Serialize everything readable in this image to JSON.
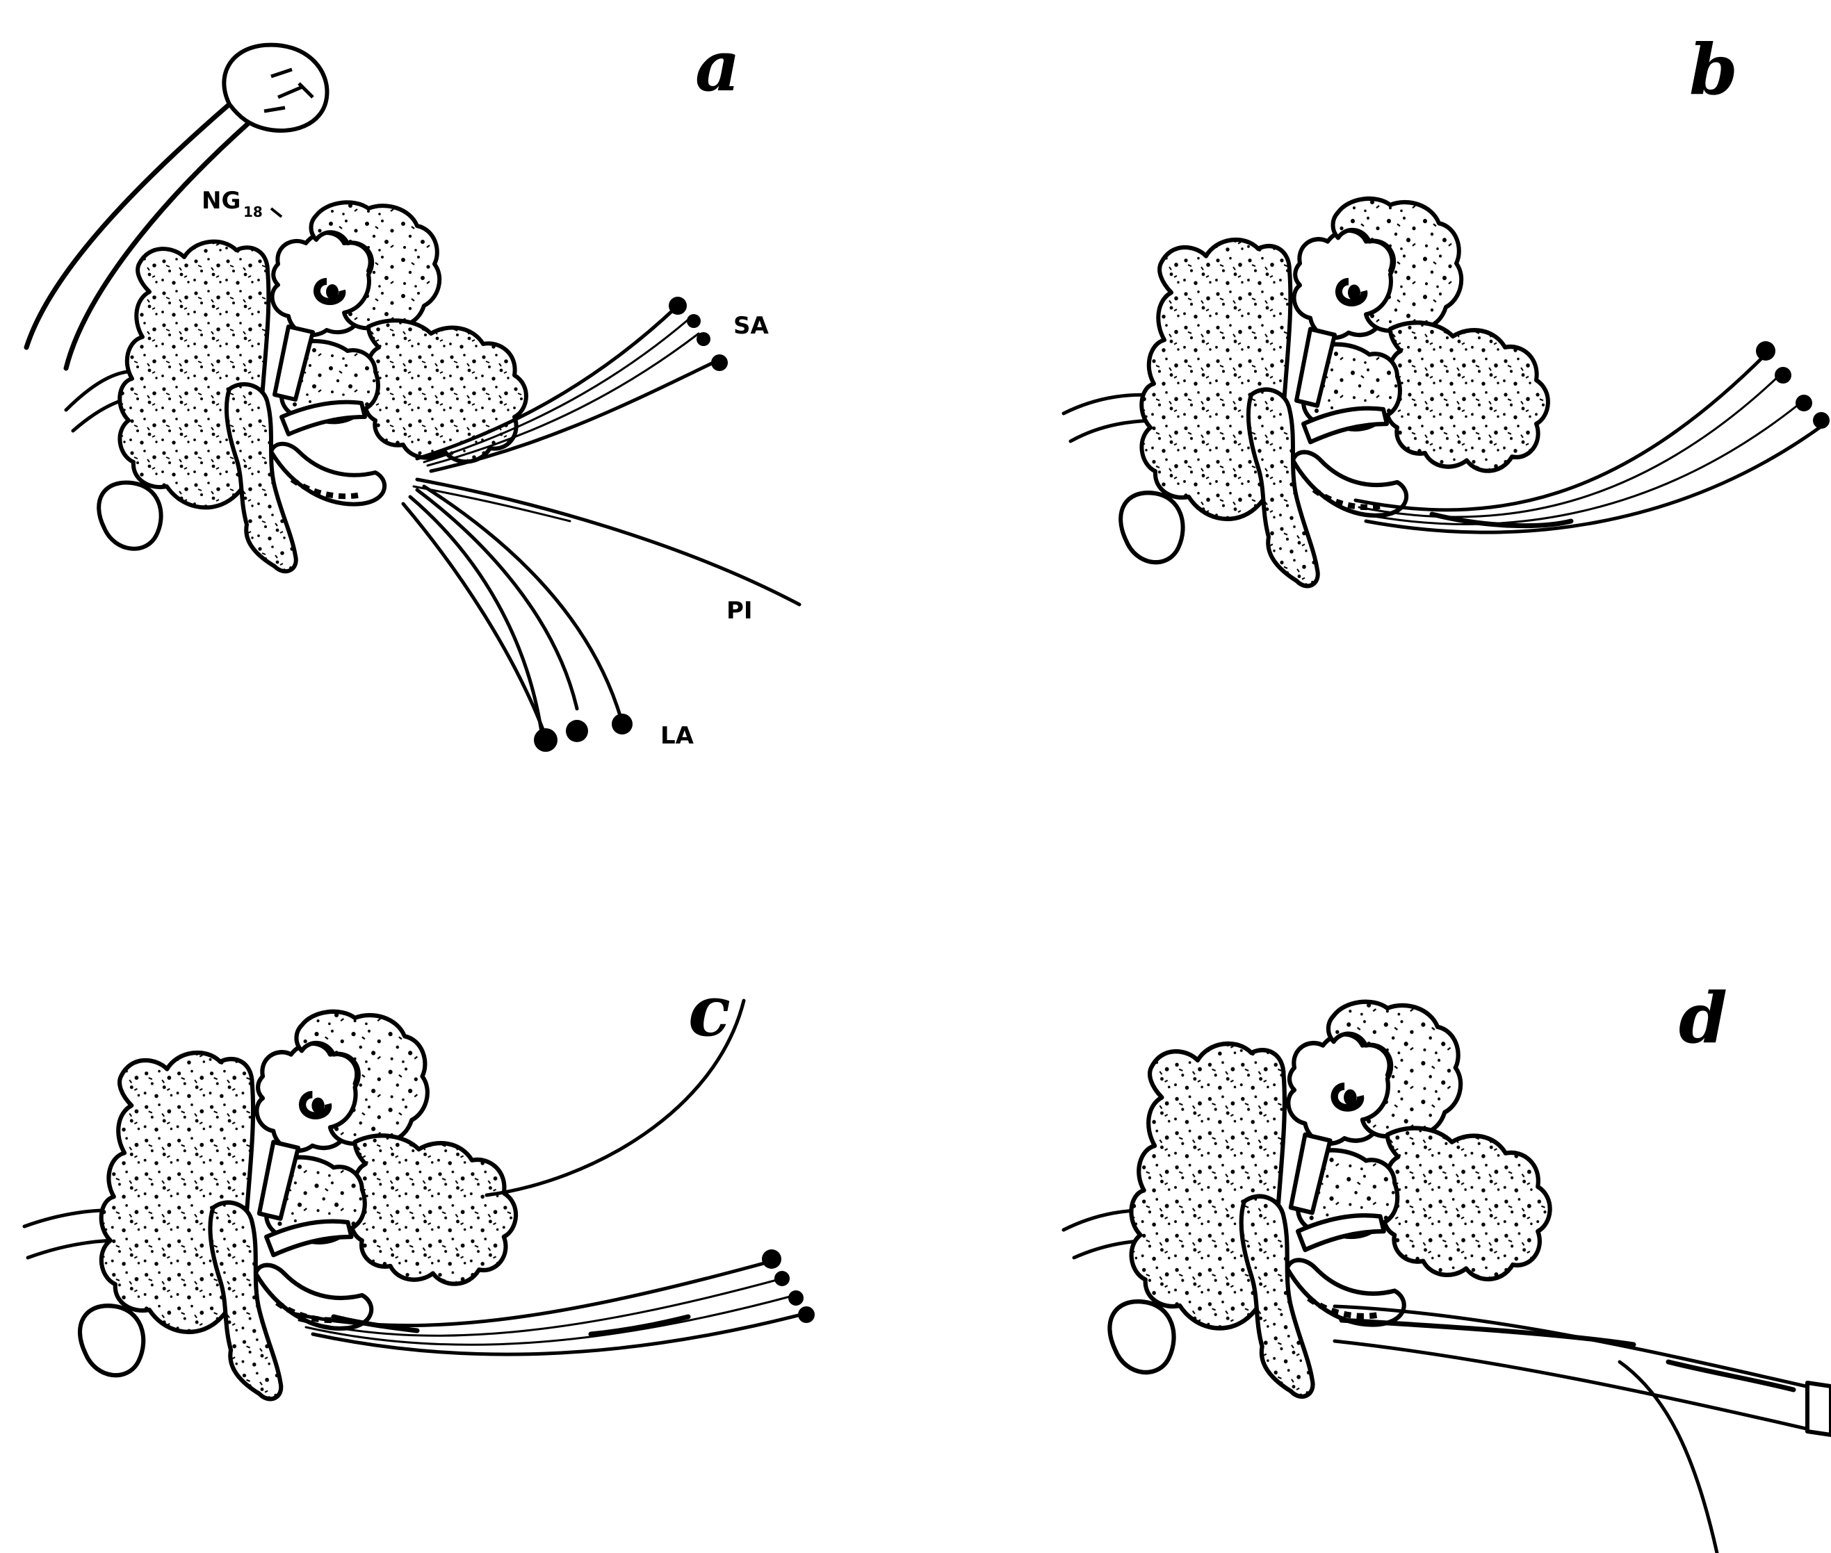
{
  "figure": {
    "panels": [
      {
        "letter": "a"
      },
      {
        "letter": "b"
      },
      {
        "letter": "c"
      },
      {
        "letter": "d"
      }
    ],
    "labels": {
      "ng": "NG",
      "ng_sub": "18",
      "sa": "SA",
      "pi": "PI",
      "la": "LA"
    },
    "colors": {
      "ink": "#000000",
      "paper": "#ffffff"
    }
  }
}
